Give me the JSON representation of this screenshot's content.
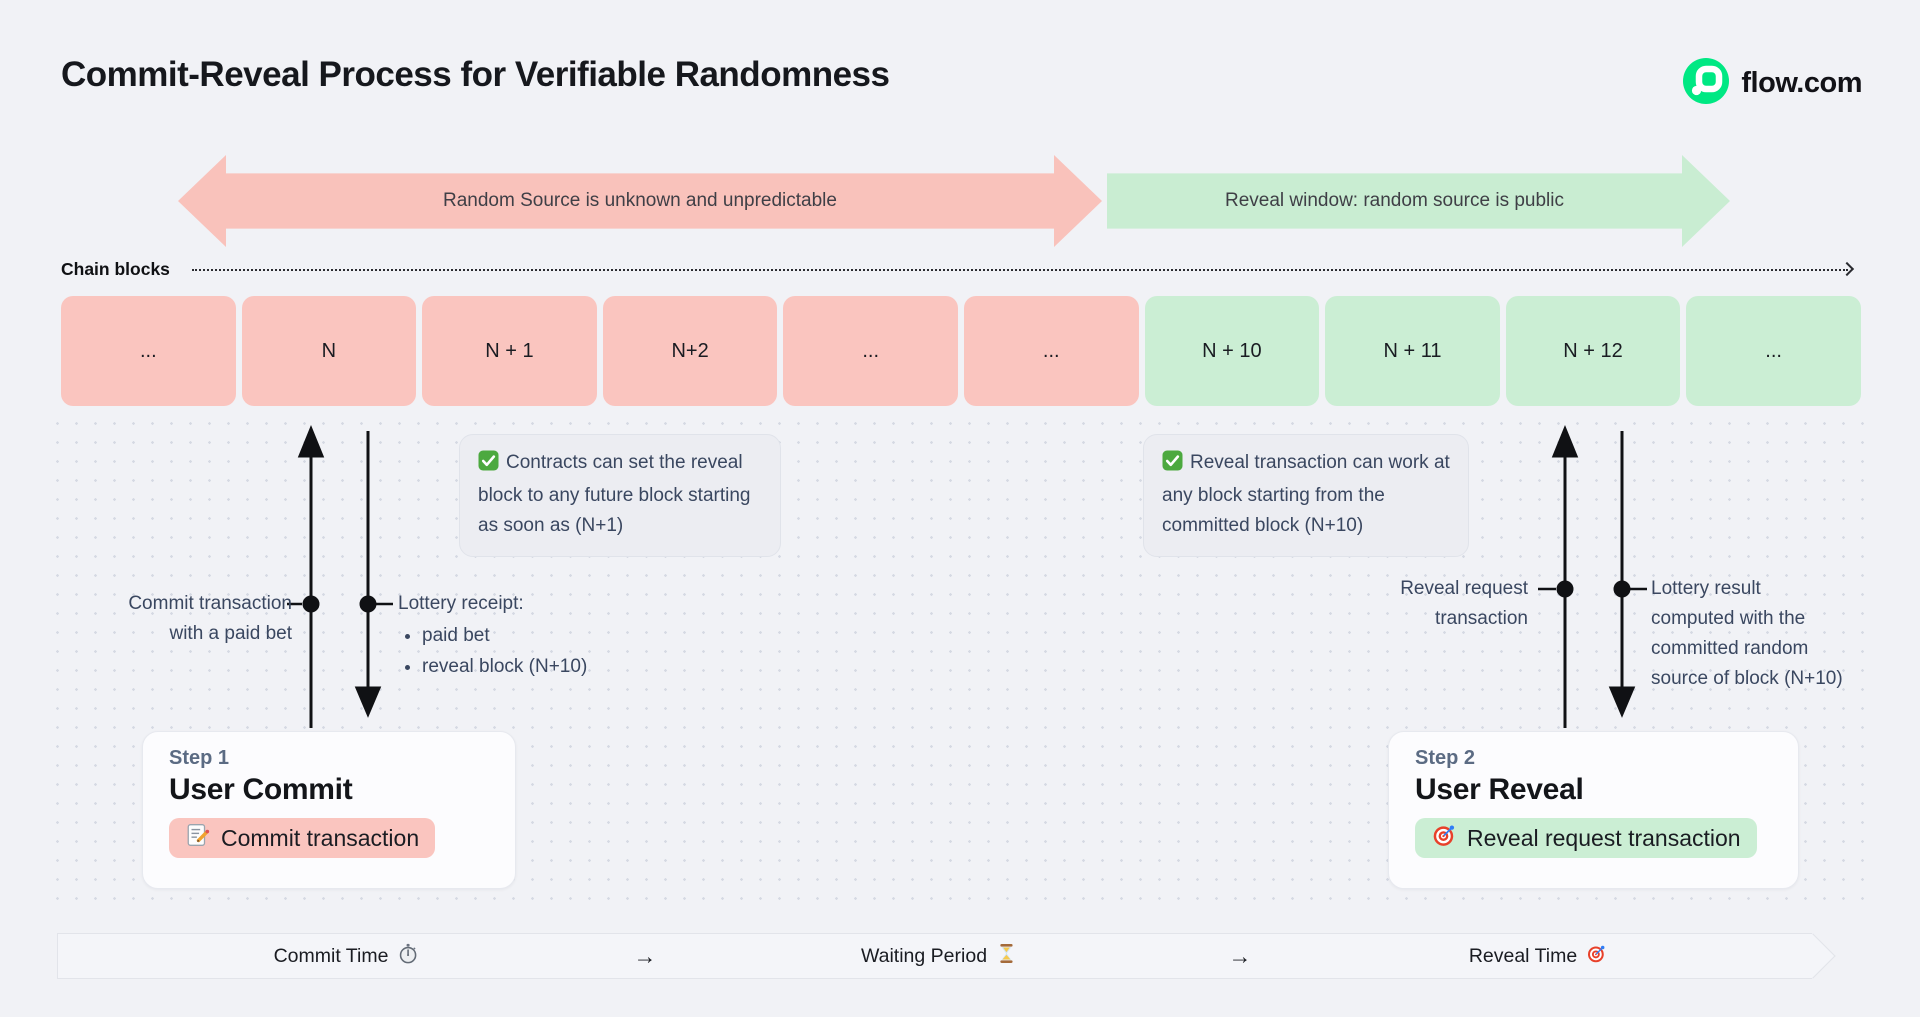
{
  "page": {
    "title": "Commit-Reveal Process for Verifiable Randomness",
    "brand": "flow.com"
  },
  "phase_arrows": {
    "commit": {
      "label": "Random Source is unknown and unpredictable",
      "color": "#F9C2BB",
      "direction": "double"
    },
    "reveal": {
      "label": "Reveal window: random source is public",
      "color": "#C9EDD2",
      "direction": "right"
    }
  },
  "chain": {
    "label": "Chain blocks",
    "blocks": [
      {
        "label": "...",
        "phase": "commit"
      },
      {
        "label": "N",
        "phase": "commit"
      },
      {
        "label": "N + 1",
        "phase": "commit"
      },
      {
        "label": "N+2",
        "phase": "commit"
      },
      {
        "label": "...",
        "phase": "commit"
      },
      {
        "label": "...",
        "phase": "commit"
      },
      {
        "label": "N + 10",
        "phase": "reveal"
      },
      {
        "label": "N + 11",
        "phase": "reveal"
      },
      {
        "label": "N + 12",
        "phase": "reveal"
      },
      {
        "label": "...",
        "phase": "reveal"
      }
    ]
  },
  "callouts": {
    "commit": {
      "icon": "check-icon",
      "text": "Contracts can set the reveal block to any future block starting as soon as (N+1)"
    },
    "reveal": {
      "icon": "check-icon",
      "text": "Reveal transaction can work at any block starting from the committed block (N+10)"
    }
  },
  "annotations": {
    "commit_up": {
      "line1": "Commit transaction",
      "line2": "with a paid bet"
    },
    "commit_down": {
      "title": "Lottery receipt:",
      "bullets": [
        "paid bet",
        "reveal block (N+10)"
      ]
    },
    "reveal_up": {
      "line1": "Reveal request",
      "line2": "transaction"
    },
    "reveal_down": {
      "lines": [
        "Lottery result",
        "computed with the",
        "committed random",
        "source of block (N+10)"
      ]
    }
  },
  "steps": {
    "step1": {
      "eyebrow": "Step 1",
      "title": "User Commit",
      "badge": {
        "icon": "memo-icon",
        "label": "Commit transaction",
        "color": "#FAC5BF"
      }
    },
    "step2": {
      "eyebrow": "Step 2",
      "title": "User Reveal",
      "badge": {
        "icon": "target-icon",
        "label": "Reveal request transaction",
        "color": "#CBEED4"
      }
    }
  },
  "timeline": {
    "items": [
      {
        "label": "Commit Time",
        "icon": "stopwatch-icon"
      },
      {
        "label": "→"
      },
      {
        "label": "Waiting Period",
        "icon": "hourglass-icon"
      },
      {
        "label": "→"
      },
      {
        "label": "Reveal Time",
        "icon": "target-icon"
      }
    ]
  },
  "colors": {
    "background": "#F1F2F6",
    "flow_green": "#00E883",
    "commit_pink": "#FAC5BF",
    "reveal_green": "#CBEED4",
    "callout_bg": "#ECEDF2",
    "slate_text": "#3A4760",
    "ink": "#101114"
  }
}
